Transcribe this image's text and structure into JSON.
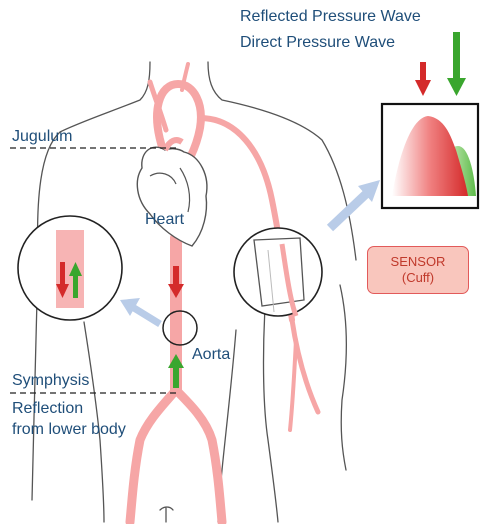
{
  "labels": {
    "reflected_wave": "Reflected Pressure Wave",
    "direct_wave": "Direct Pressure Wave",
    "jugulum": "Jugulum",
    "heart": "Heart",
    "aorta": "Aorta",
    "symphysis": "Symphysis",
    "reflection_line1": "Reflection",
    "reflection_line2": "from lower body"
  },
  "sensor": {
    "line1": "SENSOR",
    "line2": "(Cuff)"
  },
  "colors": {
    "reflected_arrow": "#d42a2a",
    "direct_arrow": "#3aa62e",
    "artery": "#f6a6a6",
    "label_text": "#1f4e79",
    "callout_arrow": "#b9cce8"
  }
}
